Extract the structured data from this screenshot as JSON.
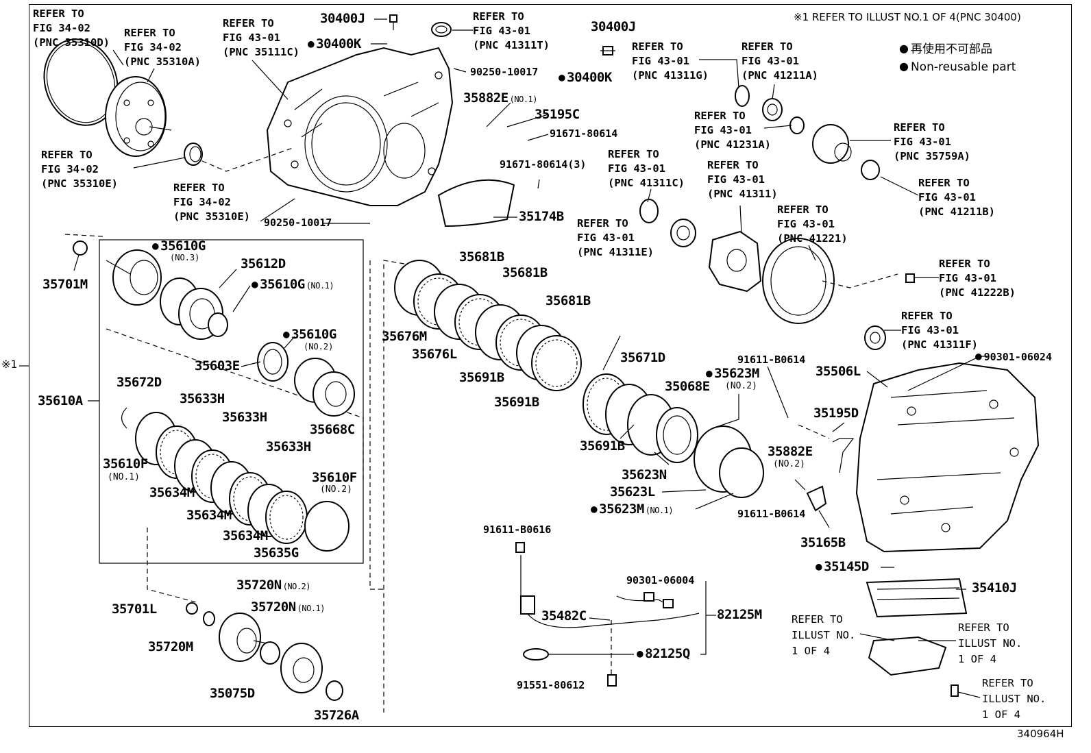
{
  "header_note": "※1 REFER TO ILLUST NO.1 OF 4(PNC 30400)",
  "legend": {
    "jp": "再使用不可部品",
    "en": "Non-reusable part"
  },
  "side_mark": "※1",
  "figure_id": "340964H",
  "parts": {
    "p30400J_a": "30400J",
    "p30400K_a": "30400K",
    "p30400J_b": "30400J",
    "p30400K_b": "30400K",
    "p90250_a": "90250-10017",
    "p90250_b": "90250-10017",
    "p35882E_1": "35882E",
    "p35882E_1_note": "(NO.1)",
    "p35195C": "35195C",
    "p91671_a": "91671-80614",
    "p91671_b": "91671-80614(3)",
    "p35174B": "35174B",
    "p35701M": "35701M",
    "p35610G_3": "35610G",
    "p35610G_3_note": "(NO.3)",
    "p35612D": "35612D",
    "p35610G_1": "35610G",
    "p35610G_1_note": "(NO.1)",
    "p35610G_2": "35610G",
    "p35610G_2_note": "(NO.2)",
    "p35603E": "35603E",
    "p35668C": "35668C",
    "p35672D": "35672D",
    "p35633H_a": "35633H",
    "p35633H_b": "35633H",
    "p35633H_c": "35633H",
    "p35610A": "35610A",
    "p35610F_1": "35610F",
    "p35610F_1_note": "(NO.1)",
    "p35610F_2": "35610F",
    "p35610F_2_note": "(NO.2)",
    "p35634M_a": "35634M",
    "p35634M_b": "35634M",
    "p35634M_c": "35634M",
    "p35635G": "35635G",
    "p35720N_2": "35720N",
    "p35720N_2_note": "(NO.2)",
    "p35720N_1": "35720N",
    "p35720N_1_note": "(NO.1)",
    "p35701L": "35701L",
    "p35720M": "35720M",
    "p35075D": "35075D",
    "p35726A": "35726A",
    "p35681B_a": "35681B",
    "p35681B_b": "35681B",
    "p35681B_c": "35681B",
    "p35676M": "35676M",
    "p35676L": "35676L",
    "p35691B_a": "35691B",
    "p35691B_b": "35691B",
    "p35671D": "35671D",
    "p35623M_2": "35623M",
    "p35623M_2_note": "(NO.2)",
    "p35068E": "35068E",
    "p35691B_c": "35691B",
    "p35623N": "35623N",
    "p35623L": "35623L",
    "p35623M_1": "35623M",
    "p35623M_1_note": "(NO.1)",
    "p91611_a": "91611-B0614",
    "p35506L": "35506L",
    "p90301_a": "90301-06024",
    "p35195D": "35195D",
    "p35882E_2": "35882E",
    "p35882E_2_note": "(NO.2)",
    "p91611_b": "91611-B0614",
    "p35165B": "35165B",
    "p35145D": "35145D",
    "p35410J": "35410J",
    "p91611_c": "91611-B0616",
    "p90301_b": "90301-06004",
    "p35482C": "35482C",
    "p82125M": "82125M",
    "p82125Q": "82125Q",
    "p91551": "91551-80612"
  },
  "refs": {
    "r35310D": [
      "REFER TO",
      "FIG 34-02",
      "(PNC 35310D)"
    ],
    "r35310A": [
      "REFER TO",
      "FIG 34-02",
      "(PNC 35310A)"
    ],
    "r35111C": [
      "REFER TO",
      "FIG 43-01",
      "(PNC 35111C)"
    ],
    "r41311T": [
      "REFER TO",
      "FIG 43-01",
      "(PNC 41311T)"
    ],
    "r35310E_a": [
      "REFER TO",
      "FIG 34-02",
      "(PNC 35310E)"
    ],
    "r35310E_b": [
      "REFER TO",
      "FIG 34-02",
      "(PNC 35310E)"
    ],
    "r41311G": [
      "REFER TO",
      "FIG 43-01",
      "(PNC 41311G)"
    ],
    "r41211A": [
      "REFER TO",
      "FIG 43-01",
      "(PNC 41211A)"
    ],
    "r41231A": [
      "REFER TO",
      "FIG 43-01",
      "(PNC 41231A)"
    ],
    "r35759A": [
      "REFER TO",
      "FIG 43-01",
      "(PNC 35759A)"
    ],
    "r41311C": [
      "REFER TO",
      "FIG 43-01",
      "(PNC 41311C)"
    ],
    "r41311": [
      "REFER TO",
      "FIG 43-01",
      "(PNC 41311)"
    ],
    "r41211B": [
      "REFER TO",
      "FIG 43-01",
      "(PNC 41211B)"
    ],
    "r41311E": [
      "REFER TO",
      "FIG 43-01",
      "(PNC 41311E)"
    ],
    "r41221": [
      "REFER TO",
      "FIG 43-01",
      "(PNC 41221)"
    ],
    "r41222B": [
      "REFER TO",
      "FIG 43-01",
      "(PNC 41222B)"
    ],
    "r41311F": [
      "REFER TO",
      "FIG 43-01",
      "(PNC 41311F)"
    ],
    "ri_a": [
      "REFER TO",
      "ILLUST NO.",
      "1 OF 4"
    ],
    "ri_b": [
      "REFER TO",
      "ILLUST NO.",
      "1 OF 4"
    ],
    "ri_c": [
      "REFER TO",
      "ILLUST NO.",
      "1 OF 4"
    ]
  }
}
